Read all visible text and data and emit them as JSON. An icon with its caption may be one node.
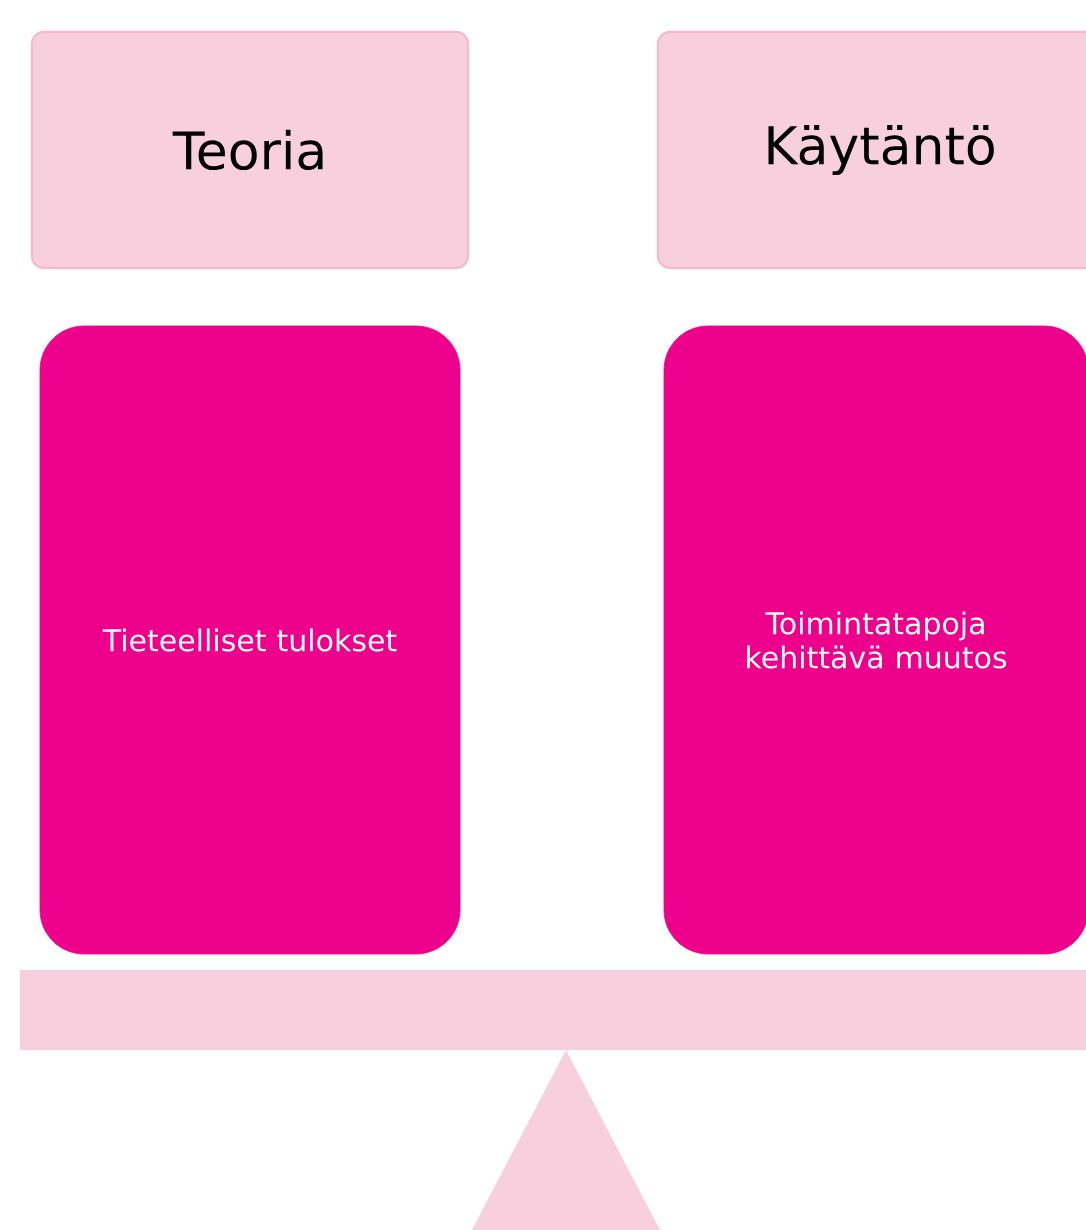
{
  "diagram": {
    "nodes": [
      {
        "text": [
          "Teoria"
        ]
      },
      {
        "text": [
          "Käytäntö"
        ]
      },
      {
        "text": [
          "Tieteelliset tulokset"
        ]
      },
      {
        "text": [
          "Toimintatapoja kehittävä muutos"
        ]
      }
    ]
  }
}
